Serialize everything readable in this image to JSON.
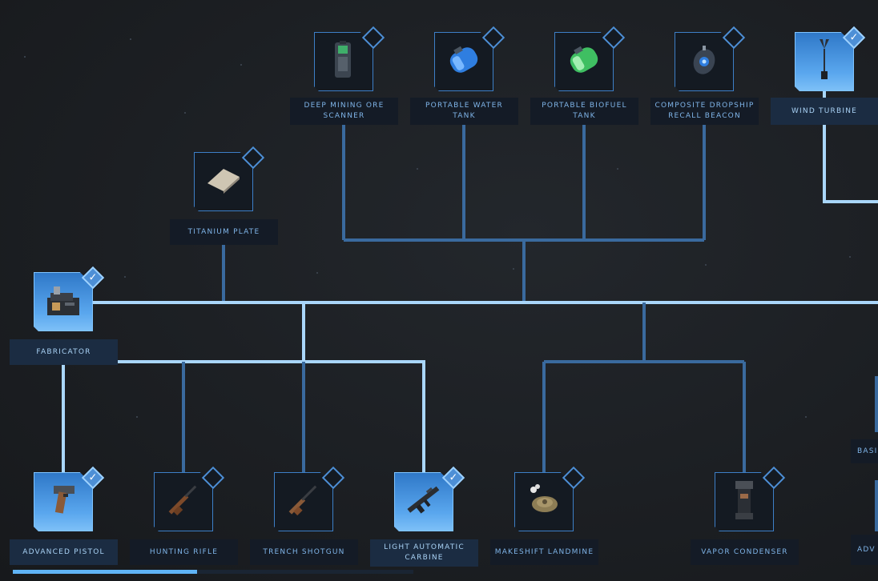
{
  "colors": {
    "line_active": "#a9d6fa",
    "line_inactive": "#3a6a9e",
    "node_border": "#3d7fc7",
    "node_unlocked_top": "#2f78c8",
    "node_unlocked_bottom": "#7dc0f7",
    "label_text": "#7fb4e8",
    "badge_border": "#4d8fd6"
  },
  "progress": {
    "fraction": 0.46
  },
  "nodes": [
    {
      "id": "deep-mining-ore-scanner",
      "label": "DEEP MINING ORE\nSCANNER",
      "unlocked": false,
      "icon": "ore-scanner-icon"
    },
    {
      "id": "portable-water-tank",
      "label": "PORTABLE WATER\nTANK",
      "unlocked": false,
      "icon": "water-tank-icon"
    },
    {
      "id": "portable-biofuel-tank",
      "label": "PORTABLE BIOFUEL\nTANK",
      "unlocked": false,
      "icon": "biofuel-tank-icon"
    },
    {
      "id": "composite-dropship-recall-beacon",
      "label": "COMPOSITE DROPSHIP\nRECALL BEACON",
      "unlocked": false,
      "icon": "recall-beacon-icon"
    },
    {
      "id": "wind-turbine",
      "label": "WIND TURBINE",
      "unlocked": true,
      "icon": "wind-turbine-icon"
    },
    {
      "id": "titanium-plate",
      "label": "TITANIUM PLATE",
      "unlocked": false,
      "icon": "titanium-plate-icon"
    },
    {
      "id": "fabricator",
      "label": "FABRICATOR",
      "unlocked": true,
      "icon": "fabricator-icon"
    },
    {
      "id": "advanced-pistol",
      "label": "ADVANCED PISTOL",
      "unlocked": true,
      "icon": "pistol-icon"
    },
    {
      "id": "hunting-rifle",
      "label": "HUNTING RIFLE",
      "unlocked": false,
      "icon": "rifle-icon"
    },
    {
      "id": "trench-shotgun",
      "label": "TRENCH SHOTGUN",
      "unlocked": false,
      "icon": "shotgun-icon"
    },
    {
      "id": "light-automatic-carbine",
      "label": "LIGHT AUTOMATIC\nCARBINE",
      "unlocked": true,
      "icon": "carbine-icon"
    },
    {
      "id": "makeshift-landmine",
      "label": "MAKESHIFT LANDMINE",
      "unlocked": false,
      "icon": "landmine-icon"
    },
    {
      "id": "vapor-condenser",
      "label": "VAPOR CONDENSER",
      "unlocked": false,
      "icon": "vapor-condenser-icon"
    }
  ],
  "partial_labels": [
    {
      "id": "basi",
      "text": "BASI"
    },
    {
      "id": "adv",
      "text": "ADV"
    }
  ]
}
